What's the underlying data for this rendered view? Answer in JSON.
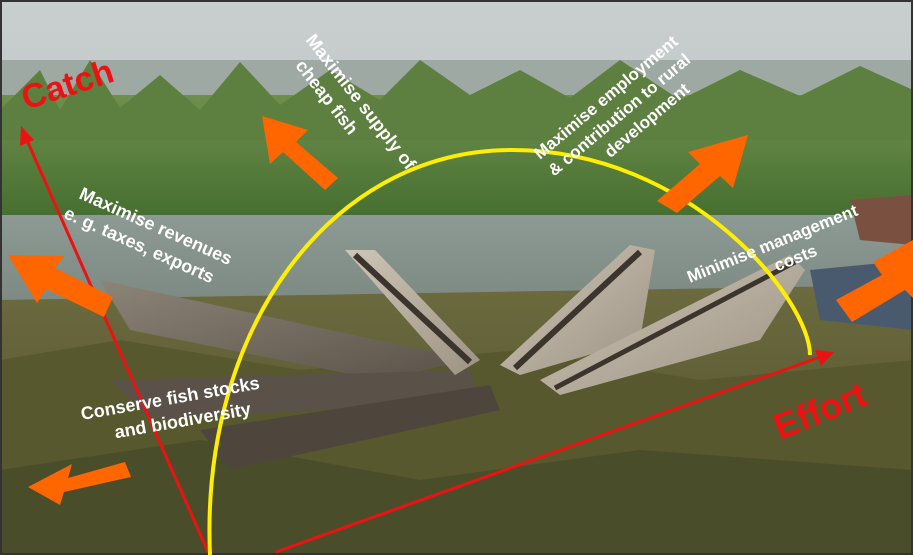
{
  "title_fragment": "n-a-a-p-a-a-a-y",
  "axes": {
    "y_label": "Catch",
    "x_label": "Effort"
  },
  "objectives": [
    {
      "id": "fish-supply",
      "lines": [
        "Maximise supply of",
        "cheap fish"
      ]
    },
    {
      "id": "employment",
      "lines": [
        "Maximise employment",
        "& contribution to rural",
        "development"
      ]
    },
    {
      "id": "revenues",
      "lines": [
        "Maximise revenues",
        "e. g. taxes, exports"
      ]
    },
    {
      "id": "management-costs",
      "lines": [
        "Minimise management",
        "costs"
      ]
    },
    {
      "id": "conservation",
      "lines": [
        "Conserve fish stocks",
        "and biodiversity"
      ]
    }
  ],
  "colors": {
    "axis": "#ee1111",
    "arc": "#ffee00",
    "arrow": "#ff6600",
    "label": "#ffffff"
  },
  "icons": [
    "arrow-up-left-icon",
    "arrow-up-right-icon",
    "arrow-left-icon",
    "arrow-right-icon",
    "arrow-down-left-icon"
  ]
}
